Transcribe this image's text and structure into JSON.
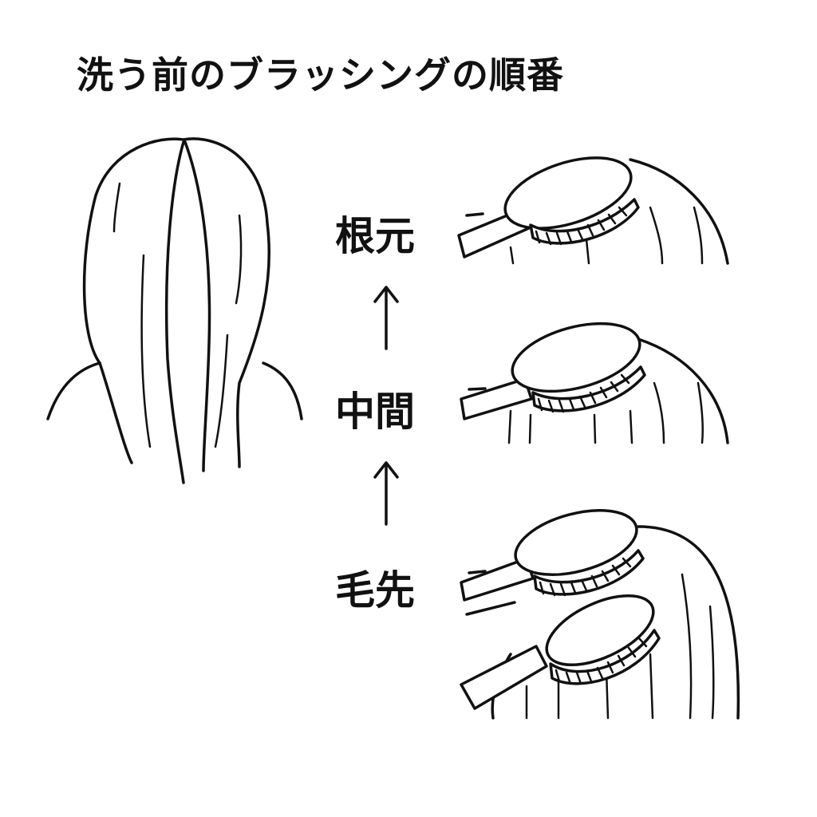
{
  "title": "洗う前のブラッシングの順番",
  "steps": [
    {
      "label": "根元"
    },
    {
      "label": "中間"
    },
    {
      "label": "毛先"
    }
  ],
  "colors": {
    "ink": "#111111",
    "background": "#ffffff"
  }
}
